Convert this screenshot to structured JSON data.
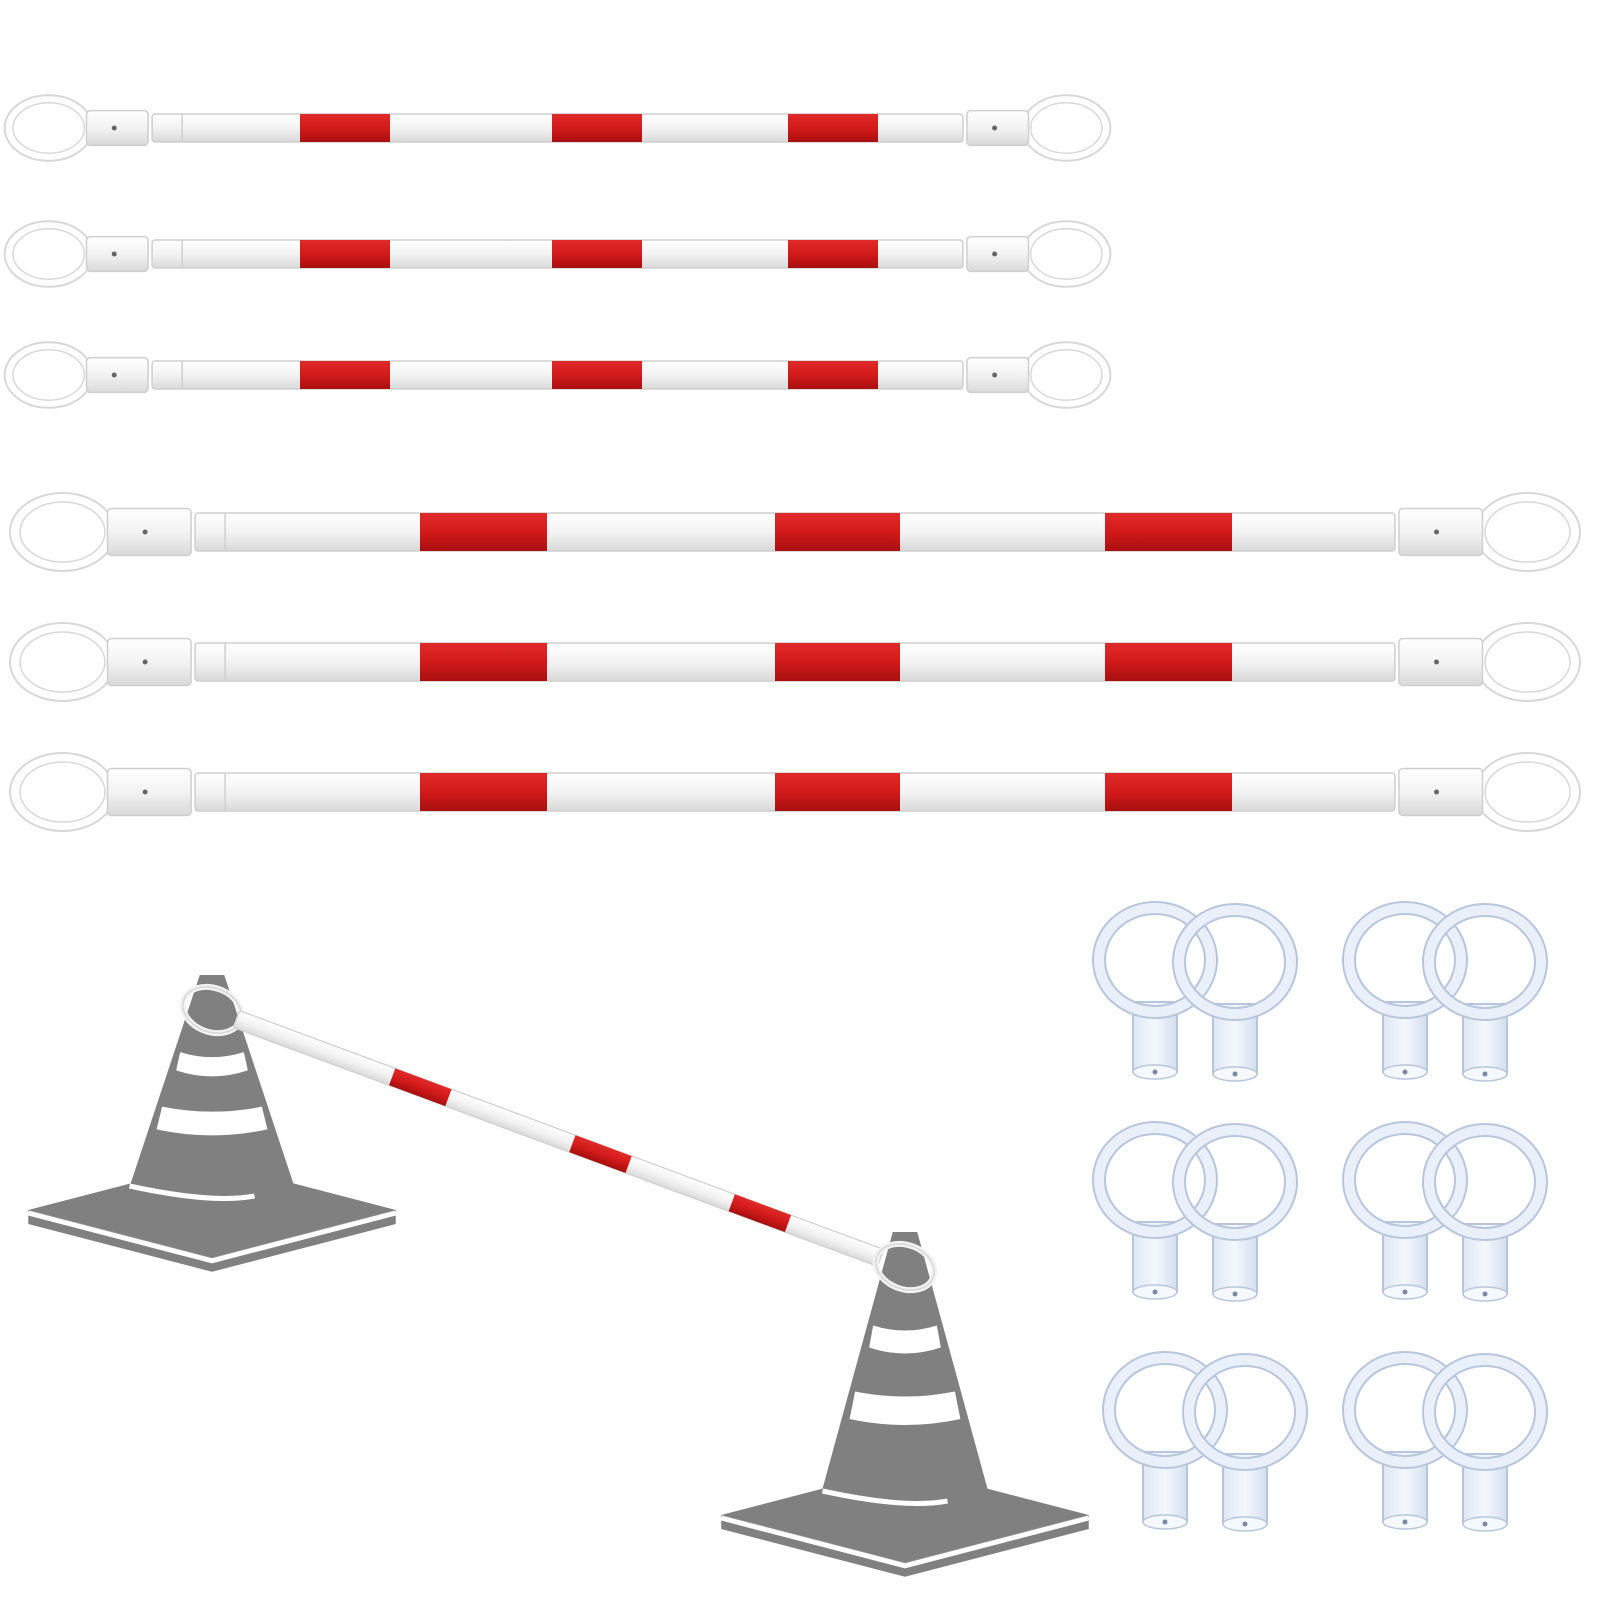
{
  "product": {
    "short_bar_count": 3,
    "long_bar_count": 3,
    "connector_pair_count": 6
  },
  "colors": {
    "bar_white": "#f4f4f4",
    "bar_outline": "#cfcfcf",
    "stripe_red": "#d21a1a",
    "cone_gray": "#808080",
    "cone_band": "#ffffff",
    "connector_fill": "#e9f0f9",
    "connector_outline": "#b8c6dc",
    "ring_outline": "#d8d8d8"
  },
  "icons": {
    "bar": "cone-bar-icon",
    "cone": "traffic-cone-icon",
    "connector": "ring-connector-icon"
  }
}
